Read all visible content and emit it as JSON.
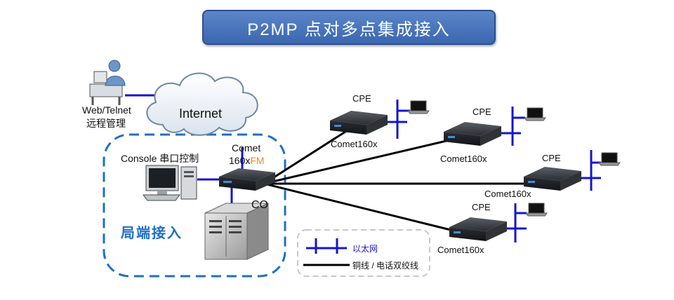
{
  "title": "P2MP 点对多点集成接入",
  "labels": {
    "web_telnet": "Web/Telnet",
    "remote_mgmt": "远程管理",
    "internet": "Internet",
    "console": "Console 串口控制",
    "comet": "Comet",
    "comet_model": "160x",
    "comet_suffix": "FM",
    "co": "CO",
    "local_access": "局端接入"
  },
  "cpe_nodes": [
    {
      "cpe": "CPE",
      "model": "Comet160x"
    },
    {
      "cpe": "CPE",
      "model": "Comet160x"
    },
    {
      "cpe": "CPE",
      "model": "Comet160x"
    },
    {
      "cpe": "CPE",
      "model": "Comet160x"
    }
  ],
  "legend": {
    "ethernet": "以太网",
    "copper": "铜线 / 电话双绞线"
  },
  "colors": {
    "ethernet": "#1515d0",
    "copper": "#000000",
    "dashed_region": "#1f6fc6",
    "title_bg": "#4a78c0"
  }
}
